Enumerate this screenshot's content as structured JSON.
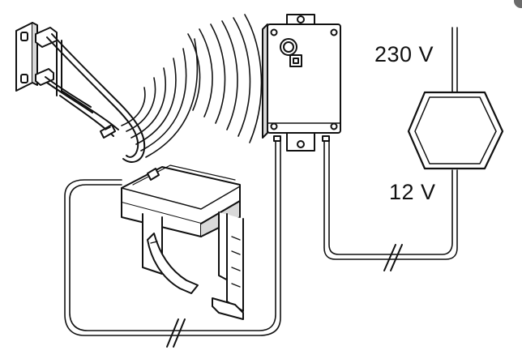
{
  "diagram": {
    "labels": {
      "supply_voltage": "230 V",
      "output_voltage": "12 V"
    },
    "components": [
      "fold-up-grab-bar",
      "wireless-signal",
      "receiver-control-box",
      "power-transformer",
      "flush-valve-unit"
    ],
    "colors": {
      "line": "#111111",
      "fill": "#ffffff",
      "shade": "#d9d9d9"
    }
  }
}
